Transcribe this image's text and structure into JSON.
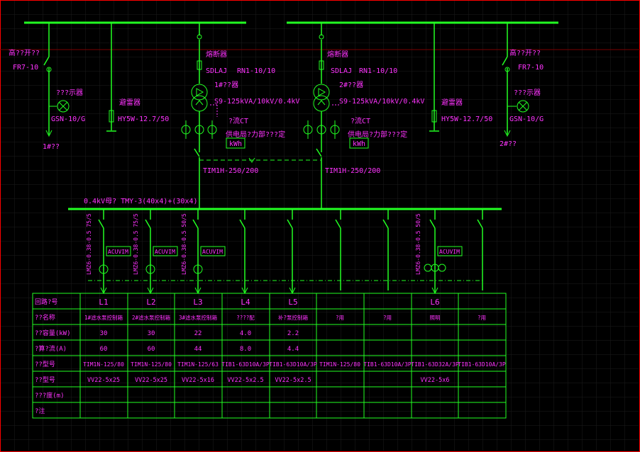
{
  "colors": {
    "wire": "#22ff22",
    "text": "#ff33ff",
    "background": "#000000",
    "frame": "#ff0000",
    "grid": "#1c1c1c"
  },
  "left_incoming": {
    "breaker": "高??开??",
    "fuse_model": "FR7-10",
    "indicator": "???示器",
    "indicator_model": "GSN-10/G",
    "arrester": "避雷器",
    "arrester_model": "HY5W-12.7/50",
    "feeder": "1#??"
  },
  "right_incoming": {
    "breaker": "高??开??",
    "fuse_model": "FR7-10",
    "indicator": "???示器",
    "indicator_model": "GSN-10/G",
    "arrester": "避雷器",
    "arrester_model": "HY5W-12.7/50",
    "feeder": "2#??"
  },
  "left_transformer": {
    "fuse_label": "熔断器",
    "fuse_model": "SDLAJ",
    "fuse_rating": "RN1-10/10",
    "name": "1#??器",
    "rating": "S9-125kVA/10kV/0.4kV",
    "ct_label": "?流CT",
    "meter_note": "供电局?力部???定",
    "meter": "kWh",
    "breaker": "TIM1H-250/200"
  },
  "right_transformer": {
    "fuse_label": "熔断器",
    "fuse_model": "SDLAJ",
    "fuse_rating": "RN1-10/10",
    "name": "2#??器",
    "rating": "S9-125kVA/10kV/0.4kV",
    "ct_label": "?流CT",
    "meter_note": "供电局?力部???定",
    "meter": "kWh",
    "breaker": "TIM1H-250/200"
  },
  "busbar_label": "0.4kV母? TMY-3(40x4)+(30x4)",
  "feeders": [
    {
      "ct": "LMZ6-0.38-0.5 75/5",
      "meter": "ACUVIM"
    },
    {
      "ct": "LMZ6-0.38-0.5 75/5",
      "meter": "ACUVIM"
    },
    {
      "ct": "LMZ6-0.38-0.5 50/5",
      "meter": "ACUVIM"
    },
    {
      "ct": "LMZ6-0.38-0.5 50/5",
      "meter": "ACUVIM"
    }
  ],
  "table": {
    "row_headers": [
      "回路?号",
      "??名称",
      "??容量(kW)",
      "?算?流(A)",
      "??型号",
      "??型号",
      "???度(m)",
      "?注"
    ],
    "columns": [
      {
        "id": "L1",
        "name": "1#滤水泵控制箱",
        "kw": "30",
        "amp": "60",
        "breaker": "TIM1N-125/80",
        "cable": "VV22-5x25"
      },
      {
        "id": "L2",
        "name": "2#滤水泵控制箱",
        "kw": "30",
        "amp": "60",
        "breaker": "TIM1N-125/80",
        "cable": "VV22-5x25"
      },
      {
        "id": "L3",
        "name": "3#滤水泵控制箱",
        "kw": "22",
        "amp": "44",
        "breaker": "TIM1N-125/63",
        "cable": "VV22-5x16"
      },
      {
        "id": "L4",
        "name": "????配",
        "kw": "4.0",
        "amp": "8.0",
        "breaker": "TIB1-63D10A/3P",
        "cable": "VV22-5x2.5"
      },
      {
        "id": "L5",
        "name": "补?泵控制箱",
        "kw": "2.2",
        "amp": "4.4",
        "breaker": "TIB1-63D10A/3P",
        "cable": "VV22-5x2.5"
      },
      {
        "id": "",
        "name": "?用",
        "kw": "",
        "amp": "",
        "breaker": "TIM1N-125/80",
        "cable": ""
      },
      {
        "id": "",
        "name": "?用",
        "kw": "",
        "amp": "",
        "breaker": "TIB1-63D10A/3P",
        "cable": ""
      },
      {
        "id": "L6",
        "name": "照明",
        "kw": "",
        "amp": "",
        "breaker": "TIB1-63D32A/3P",
        "cable": "VV22-5x6"
      },
      {
        "id": "",
        "name": "?用",
        "kw": "",
        "amp": "",
        "breaker": "TIB1-63D10A/3P",
        "cable": ""
      }
    ]
  }
}
